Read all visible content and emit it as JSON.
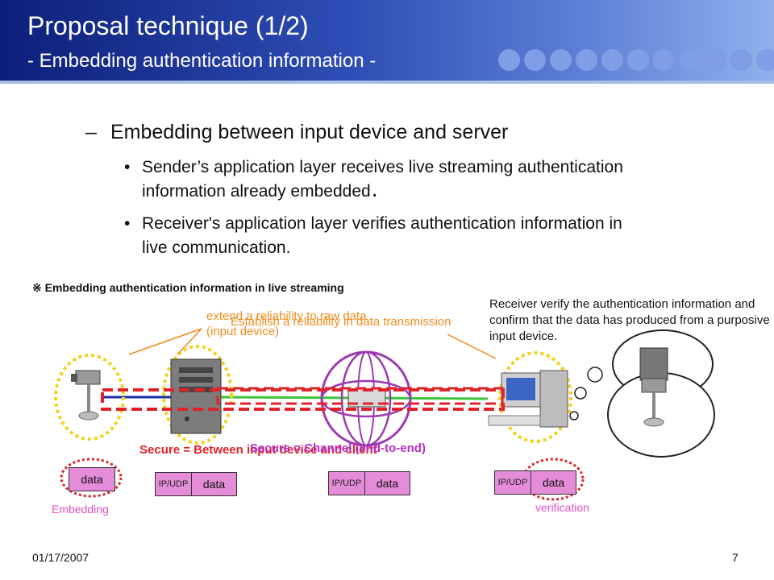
{
  "slide": {
    "title": "Proposal technique (1/2)",
    "subtitle": "- Embedding authentication information -"
  },
  "body": {
    "level1_dash": "–",
    "level1": "Embedding between input device and server",
    "bullet_char": "•",
    "bullets": [
      "Sender’s application layer receives live streaming authentication information already embedded．",
      "Receiver's application layer verifies authentication information in live communication."
    ]
  },
  "diagram": {
    "title": "※ Embedding authentication information in live streaming",
    "extend_note": "extend a reliability to raw data\n(input device)",
    "establish_note": "Establish a reliability in data transmission",
    "receiver_note": "Receiver verify the authentication information and confirm that the data has produced from a purposive input device.",
    "secure_red": "Secure = Between input device and client",
    "secure_purple": "Secure = Channel (end-to-end)",
    "packets": [
      {
        "ip": "",
        "data": "data"
      },
      {
        "ip": "IP/UDP",
        "data": "data"
      },
      {
        "ip": "IP/UDP",
        "data": "data"
      },
      {
        "ip": "IP/UDP",
        "data": "data"
      }
    ],
    "embedding_label": "Embedding",
    "verification_label": "verification"
  },
  "footer": {
    "date": "01/17/2007",
    "page": "7"
  },
  "colors": {
    "header_dark": "#0d1f7a",
    "header_light": "#8fb0ec",
    "orange": "#f08c1e",
    "red": "#e0232a",
    "purple": "#b42ec4",
    "packet": "#e58cd8",
    "yellow_dots": "#f2d31b",
    "green_line": "#3ec43e",
    "blue_line": "#1a2fa8"
  },
  "icons": [
    "camera-icon",
    "server-tower-icon",
    "router-icon",
    "desktop-computer-icon",
    "thought-cloud-icon"
  ]
}
